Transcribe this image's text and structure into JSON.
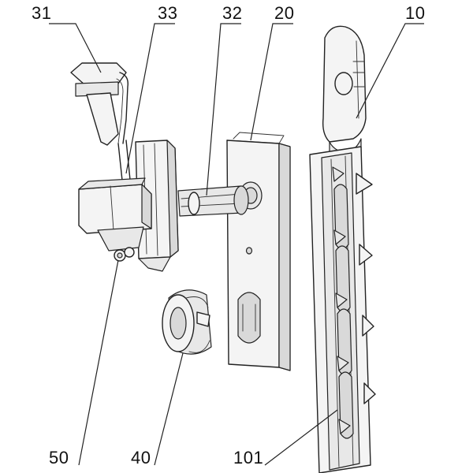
{
  "callouts": [
    {
      "id": "31",
      "text": "31"
    },
    {
      "id": "33",
      "text": "33"
    },
    {
      "id": "32",
      "text": "32"
    },
    {
      "id": "20",
      "text": "20"
    },
    {
      "id": "10",
      "text": "10"
    },
    {
      "id": "50",
      "text": "50"
    },
    {
      "id": "40",
      "text": "40"
    },
    {
      "id": "101",
      "text": "101"
    }
  ]
}
